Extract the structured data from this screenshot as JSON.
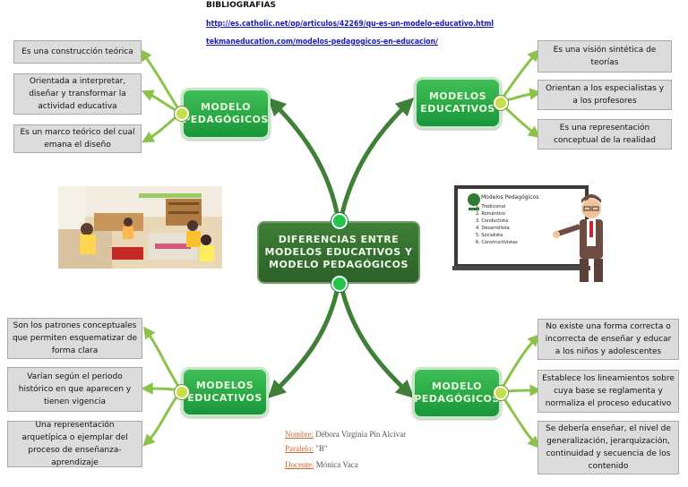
{
  "bibliography": {
    "title": "BIBLIOGRAFIAS",
    "link1": "http://es.catholic.net/op/articulos/42269/qu-es-un-modelo-educativo.html",
    "link2": "tekmaneducation.com/modelos-pedagogicos-en-educacion/"
  },
  "central": {
    "line1": "DIFERENCIAS ENTRE",
    "line2": "MODELOS EDUCATIVOS Y",
    "line3": "MODELO PEDAGÓGICOS"
  },
  "nodes": {
    "top_left": {
      "line1": "MODELO",
      "line2": "PEDAGÓGICOS"
    },
    "top_right": {
      "line1": "MODELOS",
      "line2": "EDUCATIVOS"
    },
    "bottom_left": {
      "line1": "MODELOS",
      "line2": "EDUCATIVOS"
    },
    "bottom_right": {
      "line1": "MODELO",
      "line2": "PEDAGÓGICOS"
    }
  },
  "boxes": {
    "tl1": "Es una construcción teórica",
    "tl2": "Orientada a interpretar, diseñar y transformar la actividad educativa",
    "tl3": "Es un marco teórico del cual emana el diseño",
    "tr1": "Es una visión sintética de teorías",
    "tr2": "Orientan a los especialistas y a los profesores",
    "tr3": "Es una representación conceptual de la realidad",
    "bl1": "Son los patrones conceptuales que permiten esquematizar de forma clara",
    "bl2": "Varían según el periodo histórico en que aparecen y tienen vigencia",
    "bl3": "Una representación arquetípica o ejemplar del proceso de enseñanza-aprendizaje",
    "br1": "No existe una forma correcta o incorrecta de enseñar y educar a los niños y adolescentes",
    "br2": "Establece los lineamientos sobre cuya base se reglamenta y normaliza el proceso educativo",
    "br3": "Se debería enseñar, el nivel de generalización, jerarquización, continuidad y secuencia de los contenido"
  },
  "board": {
    "title": "Modelos Pedagógicos",
    "items": [
      "1. Tradicional",
      "2. Romántico",
      "3. Conductista",
      "4. Desarrollista",
      "5. Socialista",
      "6. Constructivistas"
    ]
  },
  "author": {
    "name_label": "Nombre:",
    "name_value": "Débora Virginia Pin Alcivar",
    "paralelo_label": "Paralelo:",
    "paralelo_value": "\"B\"",
    "docente_label": "Docente:",
    "docente_value": "Mónica Vaca"
  },
  "colors": {
    "node_green": "#19963a",
    "central_green": "#2c6027",
    "branch_green": "#3f7f38",
    "leaf_lightgreen": "#8bc34a",
    "box_gray": "#dcdcdc",
    "link_blue": "#1a1ab8",
    "label_orange": "#cc6a2e"
  }
}
